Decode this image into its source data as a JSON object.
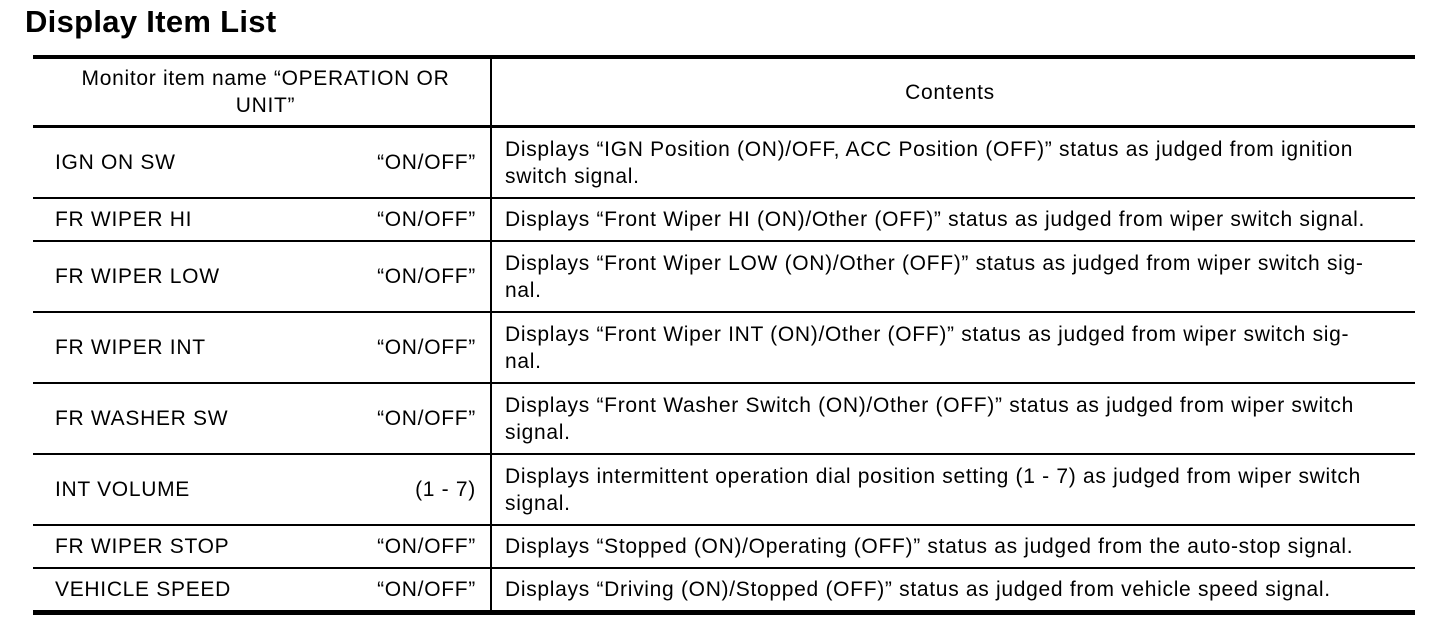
{
  "page": {
    "title": "Display Item List"
  },
  "table": {
    "header": {
      "item_col": "Monitor item name “OPERATION OR\nUNIT”",
      "contents_col": "Contents"
    },
    "rows": [
      {
        "name": "IGN ON SW",
        "unit": "“ON/OFF”",
        "contents": "Displays “IGN Position (ON)/OFF, ACC Position (OFF)” status as judged from ignition\nswitch signal."
      },
      {
        "name": "FR WIPER HI",
        "unit": "“ON/OFF”",
        "contents": "Displays “Front Wiper HI (ON)/Other (OFF)” status as judged from wiper switch signal."
      },
      {
        "name": "FR WIPER LOW",
        "unit": "“ON/OFF”",
        "contents": "Displays “Front Wiper LOW (ON)/Other (OFF)” status as judged from wiper switch sig-\nnal."
      },
      {
        "name": "FR WIPER INT",
        "unit": "“ON/OFF”",
        "contents": "Displays “Front Wiper INT (ON)/Other (OFF)” status as judged from wiper switch sig-\nnal."
      },
      {
        "name": "FR WASHER SW",
        "unit": "“ON/OFF”",
        "contents": "Displays “Front Washer Switch (ON)/Other (OFF)” status as judged from wiper switch\nsignal."
      },
      {
        "name": "INT VOLUME",
        "unit": "(1 - 7)",
        "contents": "Displays intermittent operation dial position setting (1 - 7) as judged from wiper switch\nsignal."
      },
      {
        "name": "FR WIPER STOP",
        "unit": "“ON/OFF”",
        "contents": "Displays “Stopped (ON)/Operating (OFF)” status as judged from the auto-stop signal."
      },
      {
        "name": "VEHICLE SPEED",
        "unit": "“ON/OFF”",
        "contents": "Displays “Driving (ON)/Stopped (OFF)” status as judged from vehicle speed signal."
      }
    ]
  }
}
